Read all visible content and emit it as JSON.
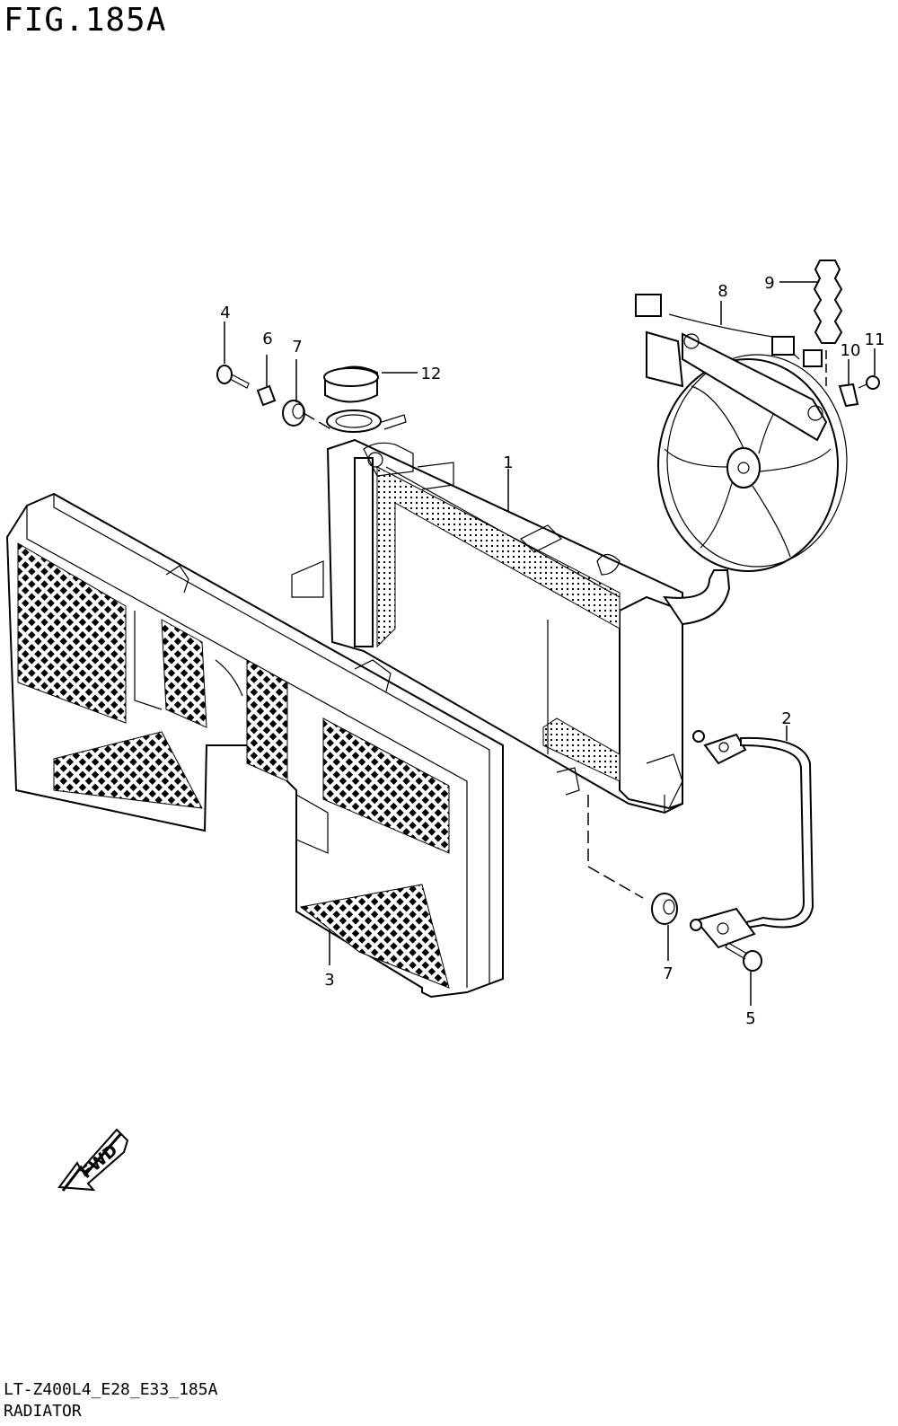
{
  "figure": {
    "title": "FIG.185A",
    "code": "LT-Z400L4_E28_E33_185A",
    "name": "RADIATOR"
  },
  "fwd_label": "FWD",
  "callouts": [
    {
      "id": "1",
      "label": "1"
    },
    {
      "id": "2",
      "label": "2"
    },
    {
      "id": "3",
      "label": "3"
    },
    {
      "id": "4",
      "label": "4"
    },
    {
      "id": "5",
      "label": "5"
    },
    {
      "id": "6",
      "label": "6"
    },
    {
      "id": "7a",
      "label": "7"
    },
    {
      "id": "7b",
      "label": "7"
    },
    {
      "id": "8",
      "label": "8"
    },
    {
      "id": "9",
      "label": "9"
    },
    {
      "id": "10",
      "label": "10"
    },
    {
      "id": "11",
      "label": "11"
    },
    {
      "id": "12",
      "label": "12"
    }
  ]
}
